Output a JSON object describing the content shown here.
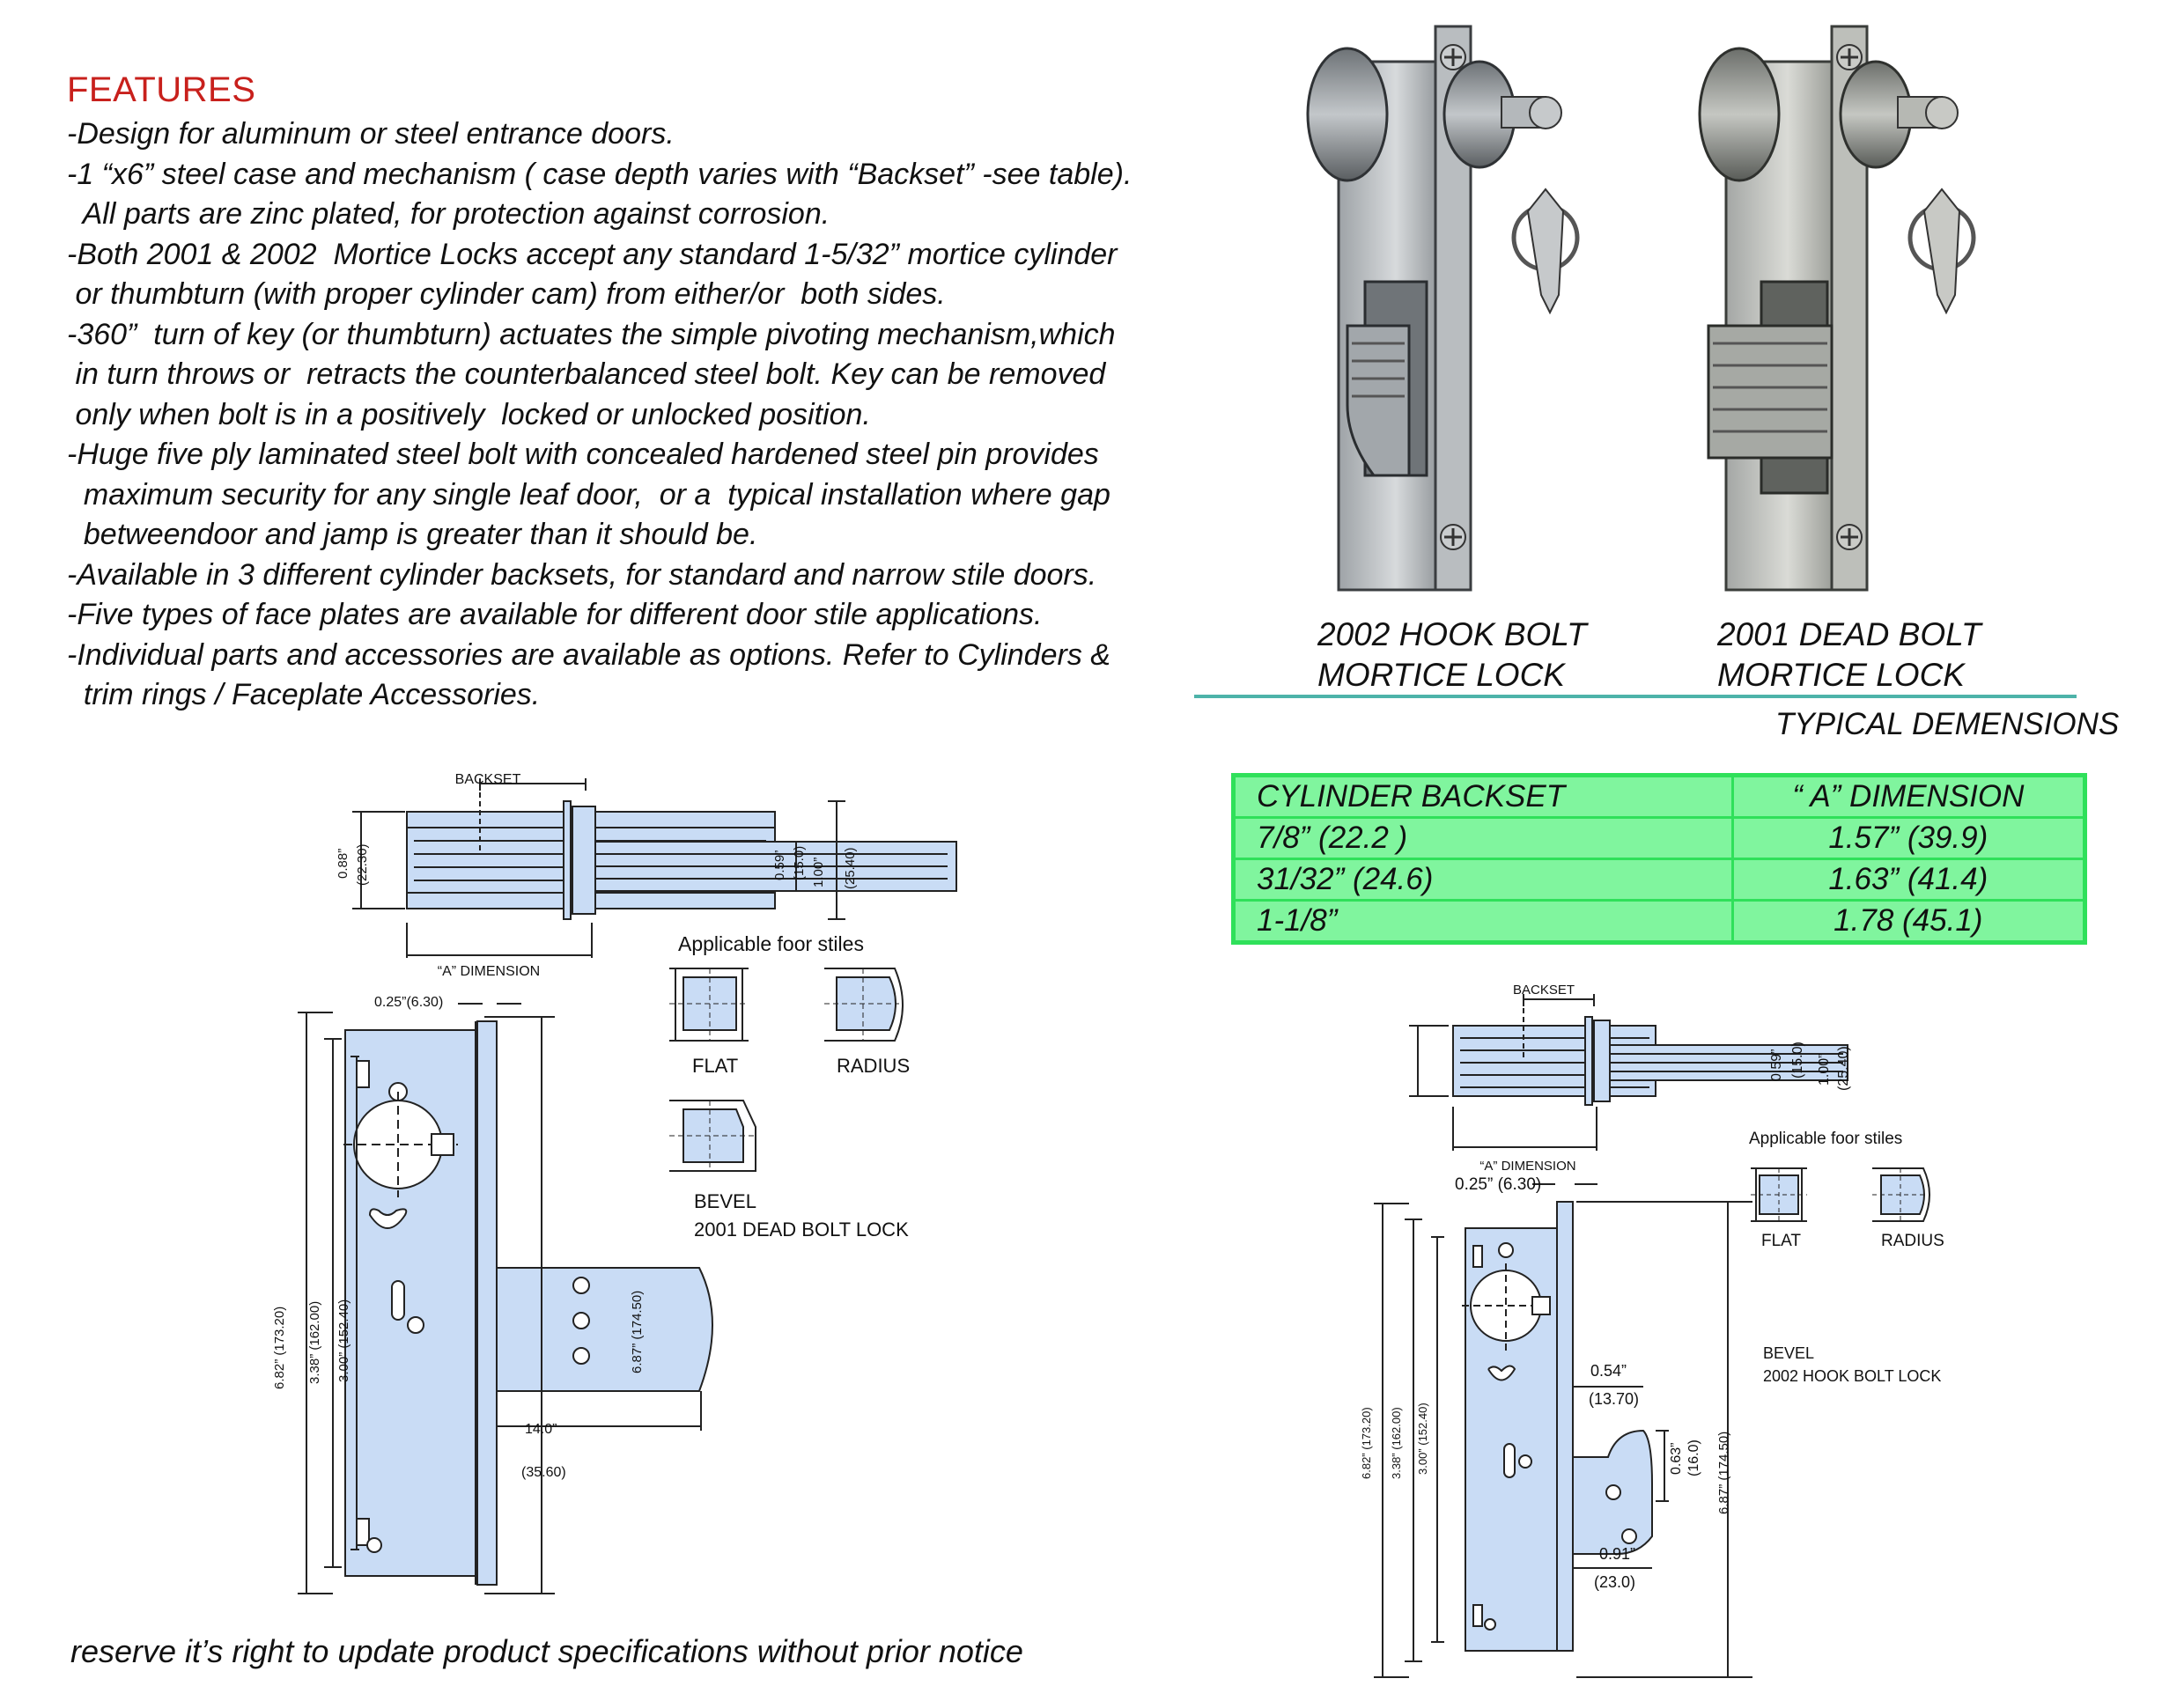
{
  "features": {
    "title": "FEATURES",
    "lines": [
      "-Design for aluminum or steel entrance doors.",
      "-1 “x6” steel case and mechanism ( case depth varies with “Backset” -see table).",
      "  All parts are zinc plated, for protection against corrosion.",
      "-Both 2001 & 2002  Mortice Locks accept any standard 1-5/32” mortice cylinder",
      " or thumbturn (with proper cylinder cam) from either/or  both sides.",
      "-360”  turn of key (or thumbturn) actuates the simple pivoting mechanism,which",
      " in turn throws or  retracts the counterbalanced steel bolt. Key can be removed",
      " only when bolt is in a positively  locked or unlocked position.",
      "-Huge five ply laminated steel bolt with concealed hardened steel pin provides",
      "  maximum security for any single leaf door,  or a  typical installation where gap",
      "  betweendoor and jamp is greater than it should be.",
      "-Available in 3 different cylinder backsets, for standard and narrow stile doors.",
      "-Five types of face plates are available for different door stile applications.",
      "-Individual parts and accessories are available as options. Refer to Cylinders &",
      "  trim rings / Faceplate Accessories."
    ]
  },
  "products": [
    {
      "line1": "2002 HOOK BOLT",
      "line2": "MORTICE LOCK"
    },
    {
      "line1": "2001 DEAD BOLT",
      "line2": "MORTICE LOCK"
    }
  ],
  "typical_dimensions": "TYPICAL DEMENSIONS",
  "table": {
    "headers": [
      "CYLINDER BACKSET",
      "“ A” DIMENSION"
    ],
    "rows": [
      [
        "7/8” (22.2 )",
        "1.57”  (39.9)"
      ],
      [
        "31/32” (24.6)",
        "1.63” (41.4)"
      ],
      [
        "1-1/8”",
        "1.78 (45.1)"
      ]
    ]
  },
  "drawing_left": {
    "backset": "BACKSET",
    "a_dimension": "“A” DIMENSION",
    "d088": "0.88”",
    "d2230": "(22.30)",
    "d059": "0.59”",
    "d150": "(15.0)",
    "d100": "1.00”",
    "d2540": "(25.40)",
    "d025": "0.25”(6.30)",
    "d682": "6.82” (173.20)",
    "d338": "3.38” (162.00)",
    "d300": "3.00” (152.40)",
    "d687": "6.87” (174.50)",
    "d140": "14.0”",
    "d3560": "(35.60)",
    "stiles_title": "Applicable foor stiles",
    "flat": "FLAT",
    "radius": "RADIUS",
    "bevel": "BEVEL",
    "lock_name": "2001 DEAD BOLT LOCK"
  },
  "drawing_right": {
    "backset": "BACKSET",
    "a_dimension": "“A” DIMENSION",
    "d059": "0.59”",
    "d150": "(15.0)",
    "d100": "1.00”",
    "d2540": "(25.40)",
    "d025": "0.25” (6.30)",
    "d682": "6.82” (173.20)",
    "d338": "3.38” (162.00)",
    "d300": "3.00” (152.40)",
    "d687": "6.87” (174.50)",
    "d054": "0.54”",
    "d1370": "(13.70)",
    "d063": "0.63”",
    "d160": "(16.0)",
    "d091": "0.91”",
    "d230": "(23.0)",
    "stiles_title": "Applicable foor stiles",
    "flat": "FLAT",
    "radius": "RADIUS",
    "bevel": "BEVEL",
    "lock_name": "2002 HOOK BOLT LOCK"
  },
  "footer": "reserve it’s right to update product specifications without prior notice",
  "colors": {
    "title_red": "#c8201c",
    "rule_teal": "#4db3a9",
    "table_fill": "#80f59e",
    "table_border": "#2fe05a",
    "part_blue": "#c9dcf5"
  }
}
